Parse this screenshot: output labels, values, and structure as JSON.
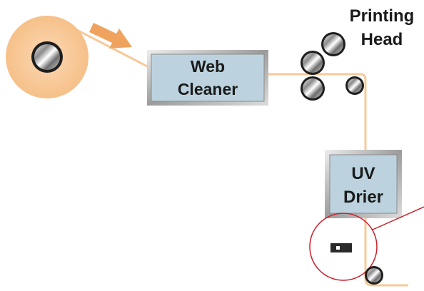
{
  "diagram": {
    "labels": {
      "printing_head_line1": "Printing",
      "printing_head_line2": "Head",
      "web_cleaner_line1": "Web",
      "web_cleaner_line2": "Cleaner",
      "uv_drier_line1": "UV",
      "uv_drier_line2": "Drier"
    },
    "colors": {
      "web_path": "#f7c99a",
      "supply_roll": "#f8c99b",
      "arrow": "#f0a35e",
      "box_fill": "#bcd3df",
      "box_border": "#9a9a9a",
      "highlight_circle": "#c8202a",
      "text": "#1a1a1a"
    },
    "icons": {
      "supply_roll": "paper-roll-icon",
      "feed_arrow": "feed-direction-arrow-icon",
      "rollers": "steel-roller-icon",
      "sensor": "sensor-icon"
    }
  }
}
